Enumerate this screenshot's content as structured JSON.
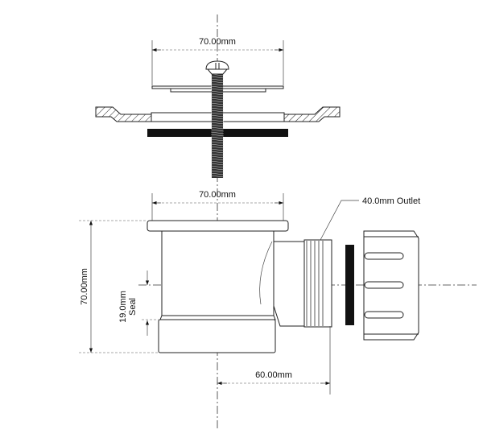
{
  "dimensions": {
    "top_width": "70.00mm",
    "body_width": "70.00mm",
    "body_height": "70.00mm",
    "seal_value": "19.0mm",
    "seal_label": "Seal",
    "offset": "60.00mm",
    "outlet": "40.0mm Outlet"
  },
  "colors": {
    "line": "#222222",
    "fill": "#ffffff",
    "seal": "#111111"
  }
}
